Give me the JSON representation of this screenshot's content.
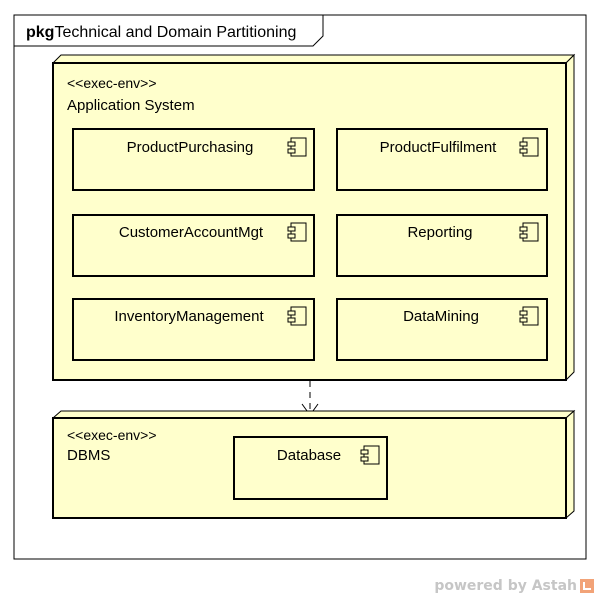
{
  "package": {
    "keyword": "pkg",
    "name": "Technical and Domain Partitioning"
  },
  "nodes": [
    {
      "id": "app",
      "stereotype": "<<exec-env>>",
      "name": "Application System",
      "components": [
        {
          "id": "product-purchasing",
          "name": "ProductPurchasing"
        },
        {
          "id": "product-fulfilment",
          "name": "ProductFulfilment"
        },
        {
          "id": "customer-account-mgt",
          "name": "CustomerAccountMgt"
        },
        {
          "id": "reporting",
          "name": "Reporting"
        },
        {
          "id": "inventory-management",
          "name": "InventoryManagement"
        },
        {
          "id": "data-mining",
          "name": "DataMining"
        }
      ]
    },
    {
      "id": "dbms",
      "stereotype": "<<exec-env>>",
      "name": "DBMS",
      "components": [
        {
          "id": "database",
          "name": "Database"
        }
      ]
    }
  ],
  "dependencies": [
    {
      "from": "app",
      "to": "dbms",
      "style": "dashed"
    }
  ],
  "colors": {
    "node_fill": "#ffffcc",
    "stroke": "#000000",
    "frame": "#000000"
  },
  "icons": {
    "component": "component-icon",
    "brand": "astah-logo-icon"
  },
  "footer": {
    "text": "powered by Astah"
  }
}
